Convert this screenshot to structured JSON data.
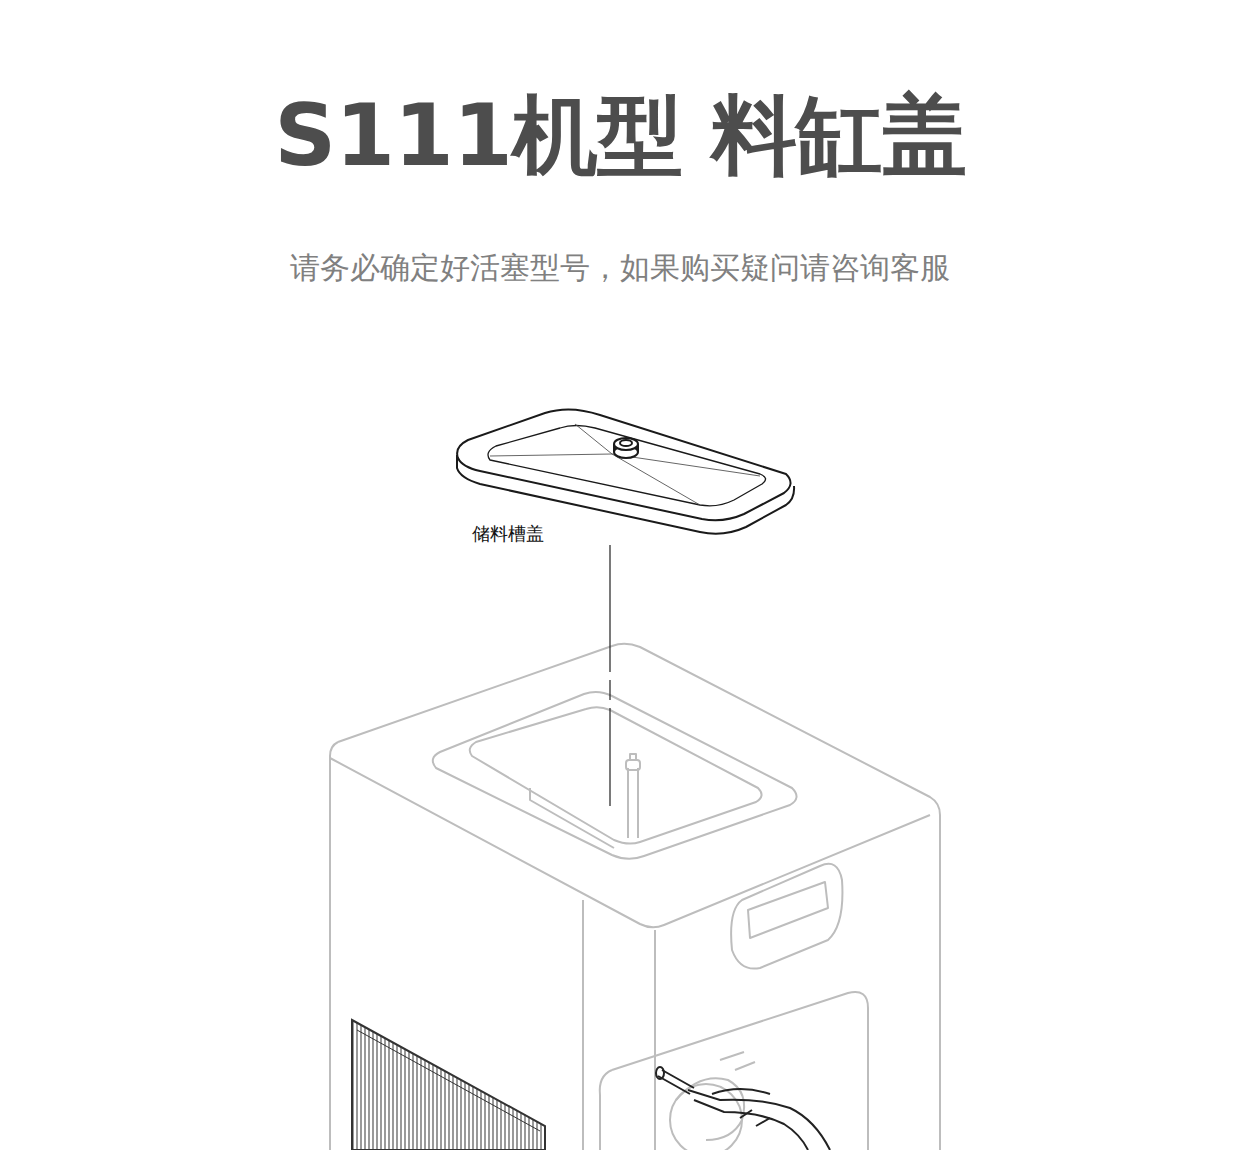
{
  "diagram": {
    "title": "S111机型 料缸盖",
    "caption": "请务必确定好活塞型号，如果购买疑问请咨询客服",
    "labels": [
      "储料槽盖"
    ]
  }
}
